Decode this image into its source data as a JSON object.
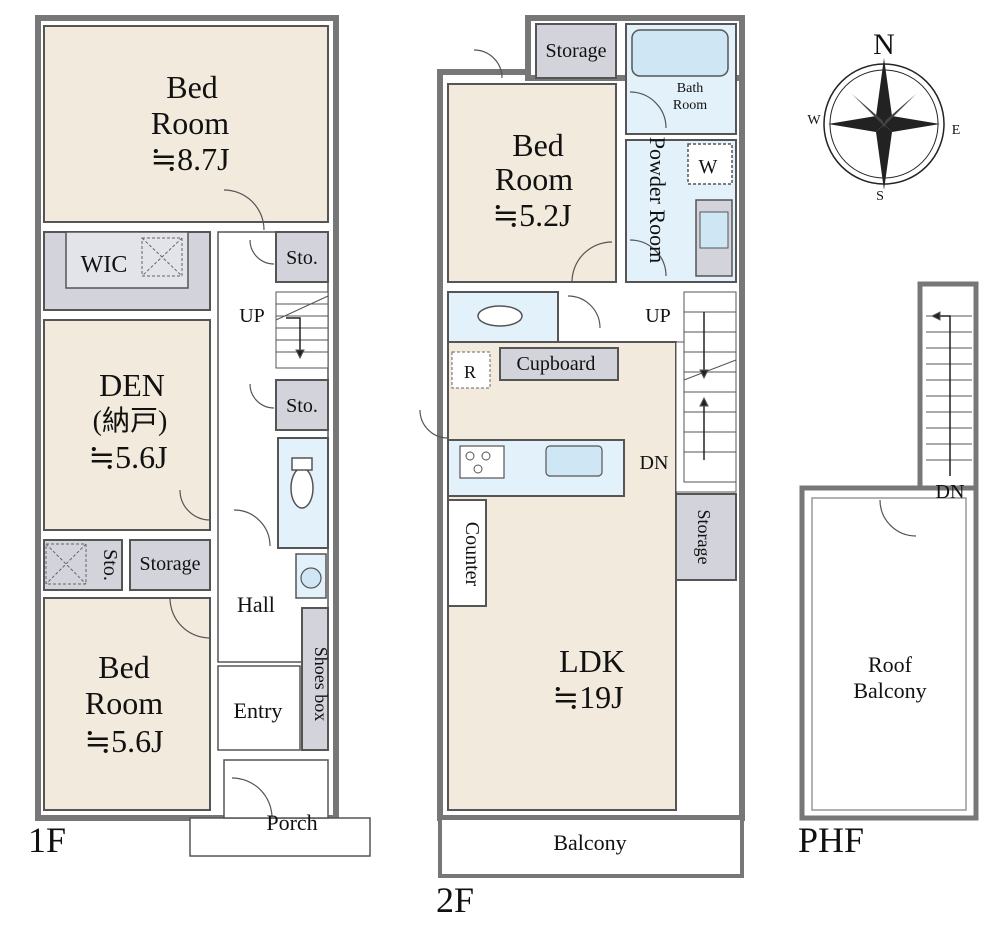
{
  "floors": {
    "f1": "1F",
    "f2": "2F",
    "phf": "PHF"
  },
  "compass": {
    "n": "N",
    "s": "S",
    "e": "E",
    "w": "W"
  },
  "rooms_1f": {
    "bed1_l1": "Bed",
    "bed1_l2": "Room",
    "bed1_size": "≒8.7J",
    "wic": "WIC",
    "sto_a": "Sto.",
    "up": "UP",
    "sto_b": "Sto.",
    "den_l1": "DEN",
    "den_l2": "(納戸)",
    "den_size": "≒5.6J",
    "sto_c": "Sto.",
    "storage": "Storage",
    "hall": "Hall",
    "shoes": "Shoes box",
    "entry": "Entry",
    "bed2_l1": "Bed",
    "bed2_l2": "Room",
    "bed2_size": "≒5.6J",
    "porch": "Porch"
  },
  "rooms_2f": {
    "storage_top": "Storage",
    "bath_l1": "Bath",
    "bath_l2": "Room",
    "bed_l1": "Bed",
    "bed_l2": "Room",
    "bed_size": "≒5.2J",
    "powder": "Powder Room",
    "w": "W",
    "up": "UP",
    "r": "R",
    "cupboard": "Cupboard",
    "dn": "DN",
    "counter": "Counter",
    "storage_side": "Storage",
    "ldk": "LDK",
    "ldk_size": "≒19J",
    "balcony": "Balcony"
  },
  "rooms_phf": {
    "dn": "DN",
    "roof_l1": "Roof",
    "roof_l2": "Balcony"
  },
  "colors": {
    "room": "#f2ebdd",
    "wet": "#e2f1fa",
    "storage": "#d3d3dc",
    "wall": "#8a8a8a"
  }
}
